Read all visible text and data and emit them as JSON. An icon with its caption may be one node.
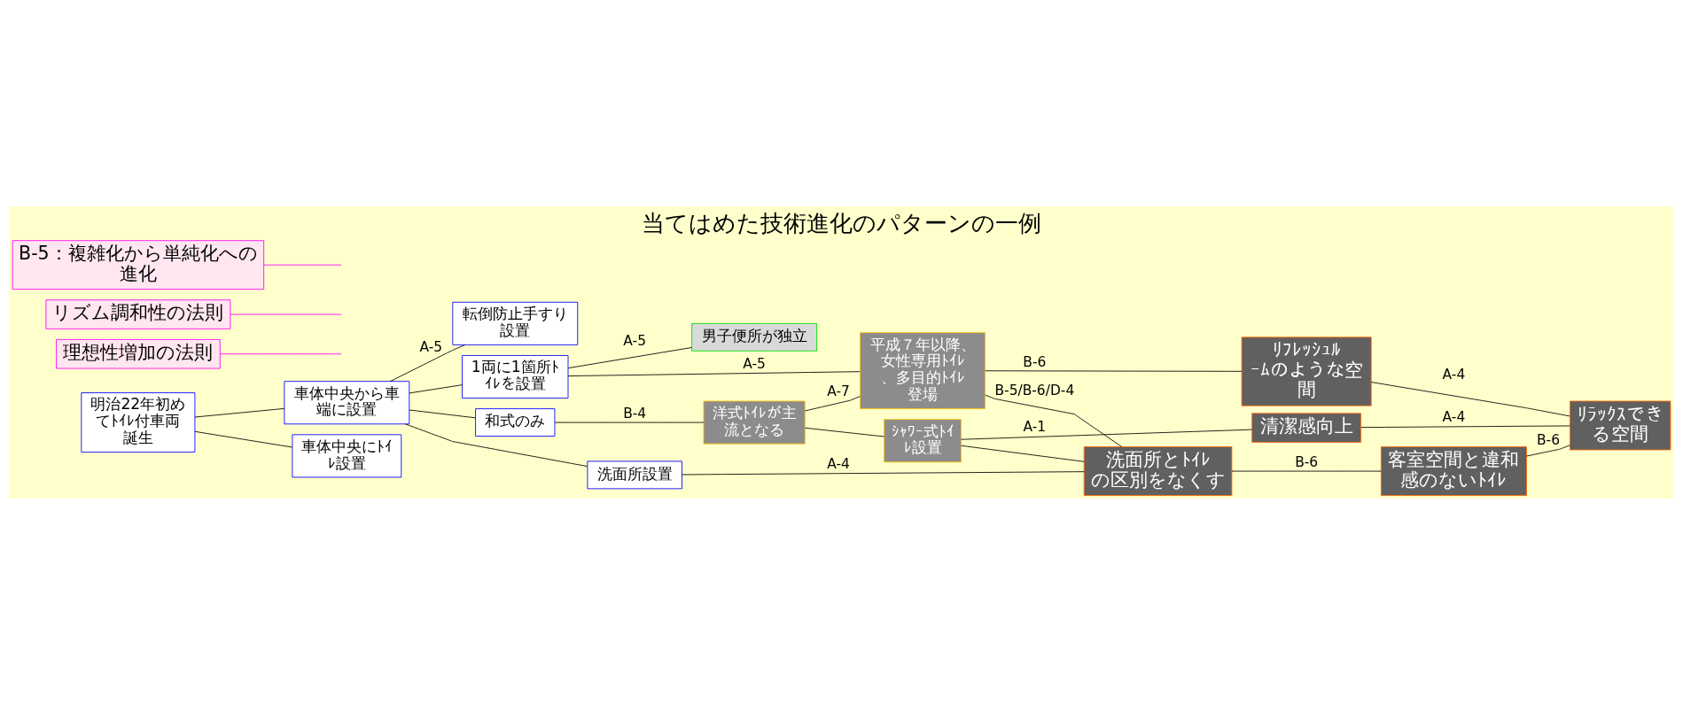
{
  "diagram": {
    "title": "当てはめた技術進化のパターンの一例",
    "nodes": [
      {
        "text": [
          "明治22年初めてﾄｲﾚ付車両誕生"
        ]
      },
      {
        "text": [
          "車体中央から車端に設置"
        ]
      },
      {
        "text": [
          "車体中央にﾄｲﾚ設置"
        ]
      },
      {
        "text": [
          "転倒防止手すり設置"
        ]
      },
      {
        "text": [
          "1両に1箇所ﾄｲﾚを設置"
        ]
      },
      {
        "text": [
          "男子便所が独立"
        ]
      },
      {
        "text": [
          "和式のみ"
        ]
      },
      {
        "text": [
          "洋式ﾄｲﾚが主流となる"
        ]
      },
      {
        "text": [
          "洗面所設置"
        ]
      },
      {
        "text": [
          "平成７年以降、女性専用ﾄｲﾚ、多目的ﾄｲﾚ登場"
        ]
      },
      {
        "text": [
          "ｼｬﾜｰ式ﾄｲﾚ設置"
        ]
      },
      {
        "text": [
          "理想性増加の法則"
        ]
      },
      {
        "text": [
          "ﾘﾌﾚｯｼｭﾙｰﾑのような空間"
        ]
      },
      {
        "text": [
          "リズム調和性の法則"
        ]
      },
      {
        "text": [
          "清潔感向上"
        ]
      },
      {
        "text": [
          "洗面所とﾄｲﾚの区別をなくす"
        ]
      },
      {
        "text": [
          "客室空間と違和感のないﾄｲﾚ"
        ]
      },
      {
        "text": [
          "ﾘﾗｯｸｽできる空間"
        ]
      },
      {
        "text": [
          "B-5：複雑化から単純化への進化"
        ]
      }
    ],
    "edges": [
      {
        "from": 0,
        "to": 1,
        "arrow": "none"
      },
      {
        "from": 0,
        "to": 2,
        "arrow": "none"
      },
      {
        "from": 1,
        "to": 3,
        "arrow": "none",
        "label": "A-5"
      },
      {
        "from": 1,
        "to": 4,
        "arrow": "none"
      },
      {
        "from": 1,
        "to": 6,
        "arrow": "none"
      },
      {
        "from": 1,
        "to": 8,
        "arrow": "none"
      },
      {
        "from": 4,
        "to": 5,
        "arrow": "none",
        "label": "A-5"
      },
      {
        "from": 4,
        "to": 9,
        "arrow": "none",
        "label": "A-5"
      },
      {
        "from": 6,
        "to": 7,
        "arrow": "none",
        "label": "B-4"
      },
      {
        "from": 7,
        "to": 9,
        "arrow": "none",
        "label": "A-7"
      },
      {
        "from": 7,
        "to": 10,
        "arrow": "none"
      },
      {
        "from": 9,
        "to": 12,
        "arrow": "none",
        "label": "B-6"
      },
      {
        "from": 10,
        "to": 14,
        "arrow": "none",
        "label": "A-1"
      },
      {
        "from": 9,
        "to": 15,
        "arrow": "none",
        "label": "B-5/B-6/D-4"
      },
      {
        "from": 10,
        "to": 15,
        "arrow": "none"
      },
      {
        "from": 8,
        "to": 15,
        "arrow": "none",
        "label": "A-4"
      },
      {
        "from": 12,
        "to": 17,
        "arrow": "none",
        "label": "A-4"
      },
      {
        "from": 14,
        "to": 17,
        "arrow": "none",
        "label": "A-4"
      },
      {
        "from": 15,
        "to": 16,
        "arrow": "none",
        "label": "B-6"
      },
      {
        "from": 16,
        "to": 17,
        "arrow": "none",
        "label": "B-6"
      },
      {
        "from": 11,
        "to": null,
        "arrow": "none",
        "color": "#ff00ff"
      },
      {
        "from": 13,
        "to": null,
        "arrow": "none",
        "color": "#ff00ff"
      },
      {
        "from": 18,
        "to": null,
        "arrow": "none",
        "color": "#ff00ff"
      }
    ]
  }
}
